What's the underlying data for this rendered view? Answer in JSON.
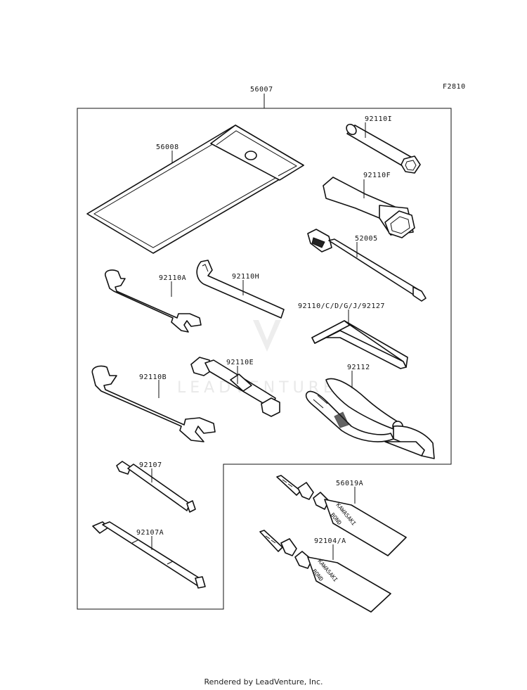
{
  "diagram_code": "F2810",
  "parts": {
    "tool_kit": "56007",
    "tool_bag": "56008",
    "box_wrench_i": "92110I",
    "box_wrench_f": "92110F",
    "spoke_wrench": "52005",
    "wrench_a": "92110A",
    "hook_wrench_h": "92110H",
    "hex_wrenches": "92110/C/D/G/J/92127",
    "box_wrench_e": "92110E",
    "pliers": "92112",
    "wrench_b": "92110B",
    "screwdriver": "92107",
    "screwdriver_a": "92107A",
    "bond_56019a": "56019A",
    "bond_92104": "92104/A"
  },
  "tube_label": {
    "line1": "KAWASAKI",
    "line2": "BOND"
  },
  "watermark": "LEADVENTURE",
  "footer": "Rendered by LeadVenture, Inc."
}
